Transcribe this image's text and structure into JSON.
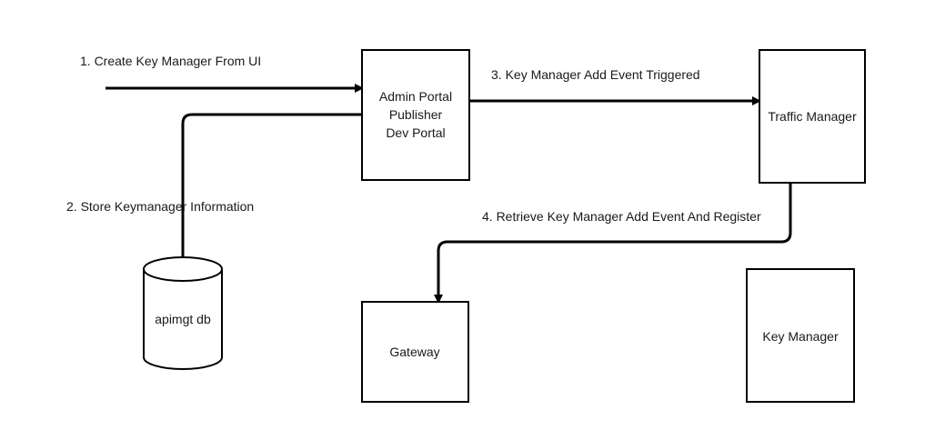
{
  "diagram": {
    "nodes": {
      "admin": [
        "Admin Portal",
        "Publisher",
        "Dev Portal"
      ],
      "traffic_manager": "Traffic Manager",
      "apimgt_db": "apimgt db",
      "gateway": "Gateway",
      "key_manager": "Key Manager"
    },
    "steps": {
      "step1": "1. Create Key Manager From UI",
      "step2": "2. Store Keymanager Information",
      "step3": "3. Key Manager Add Event Triggered",
      "step4": "4. Retrieve Key Manager Add Event And Register"
    },
    "colors": {
      "stroke": "#000000",
      "fill": "#ffffff",
      "text": "#1a1a1a"
    }
  }
}
